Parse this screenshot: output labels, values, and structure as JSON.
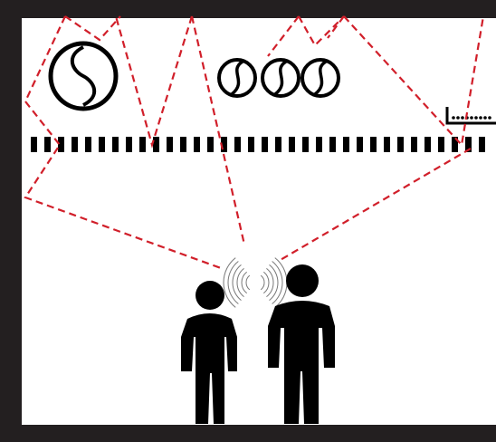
{
  "diagram": {
    "kind": "acoustic-reflection-scene",
    "colors": {
      "frame": "#231f20",
      "figure": "#000000",
      "path": "#d11f2a",
      "background": "#ffffff"
    },
    "icons": {
      "large_diffuser": "diffuser-icon",
      "small_diffusers": "diffuser-icon",
      "absorber_strip": "absorber-panel-icon",
      "device": "bass-trap-icon",
      "sound_waves": "sound-wave-icon",
      "people": "person-icon"
    },
    "counts": {
      "small_diffusers": 3,
      "people": 2
    }
  }
}
